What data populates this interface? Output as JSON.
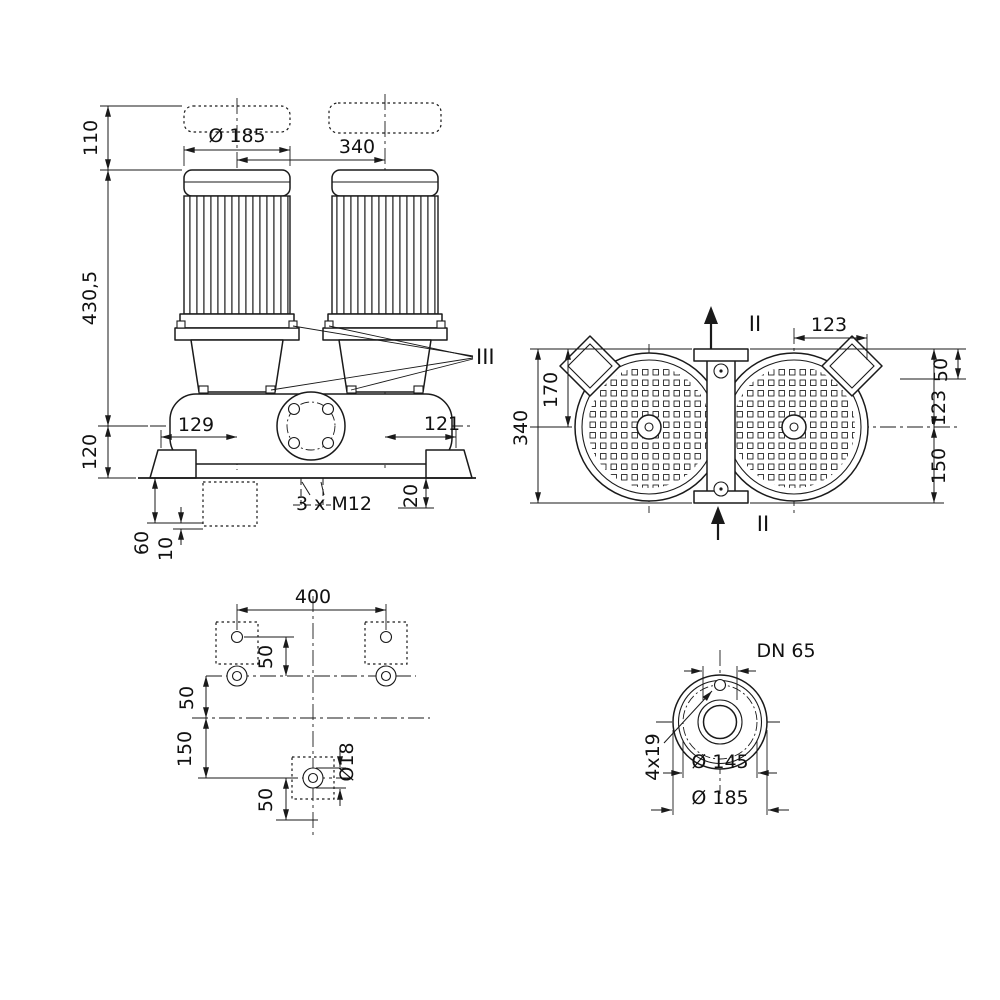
{
  "drawing": {
    "background": "#ffffff",
    "line_color": "#1a1a1a",
    "front_view": {
      "dia185": "Ø 185",
      "len340": "340",
      "h110": "110",
      "h430": "430,5",
      "h120": "120",
      "w129": "129",
      "w121": "121",
      "d60": "60",
      "d10": "10",
      "bolts": "3 x M12",
      "t20": "20",
      "section": "III"
    },
    "top_view": {
      "section_top": "II",
      "section_bottom": "II",
      "w123": "123",
      "h50": "50",
      "h123": "123",
      "h170": "170",
      "h340": "340",
      "h150": "150"
    },
    "foundation_view": {
      "w400": "400",
      "h50_top": "50",
      "h50_left": "50",
      "h150": "150",
      "h50_bottom": "50",
      "dia18": "Ø18"
    },
    "flange_view": {
      "dn": "DN 65",
      "holes": "4x19",
      "dia145": "Ø 145",
      "dia185": "Ø 185"
    }
  }
}
